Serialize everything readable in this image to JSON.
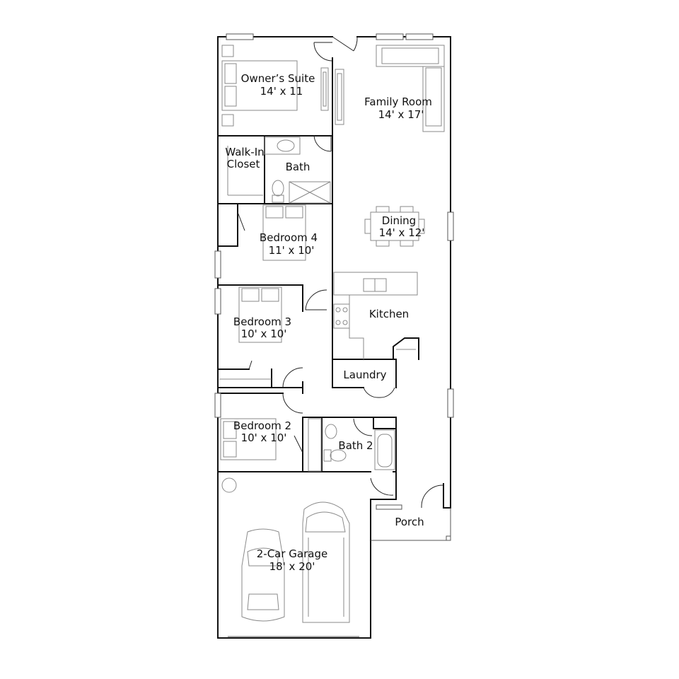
{
  "rooms": {
    "owners_suite": {
      "name": "Owner’s Suite",
      "size": "14' x 11"
    },
    "family_room": {
      "name": "Family Room",
      "size": "14' x 17'"
    },
    "walk_in_closet": {
      "name_line1": "Walk-In",
      "name_line2": "Closet"
    },
    "bath": {
      "name": "Bath"
    },
    "bedroom_4": {
      "name": "Bedroom 4",
      "size": "11' x 10'"
    },
    "dining": {
      "name": "Dining",
      "size": "14' x 12'"
    },
    "kitchen": {
      "name": "Kitchen"
    },
    "bedroom_3": {
      "name": "Bedroom 3",
      "size": "10' x 10'"
    },
    "laundry": {
      "name": "Laundry"
    },
    "bedroom_2": {
      "name": "Bedroom 2",
      "size": "10' x 10'"
    },
    "bath_2": {
      "name": "Bath 2"
    },
    "porch": {
      "name": "Porch"
    },
    "garage": {
      "name": "2-Car Garage",
      "size": "18' x 20'"
    }
  },
  "icons": {
    "car": "car-icon",
    "van": "van-icon",
    "sofa": "sectional-sofa-icon",
    "bed": "bed-icon",
    "toilet": "toilet-icon",
    "tub": "bathtub-icon",
    "sink": "sink-icon",
    "range": "range-icon",
    "water_heater": "water-heater-icon"
  },
  "colors": {
    "wall": "#111111",
    "furniture": "#8a8a8a",
    "background": "#ffffff"
  }
}
